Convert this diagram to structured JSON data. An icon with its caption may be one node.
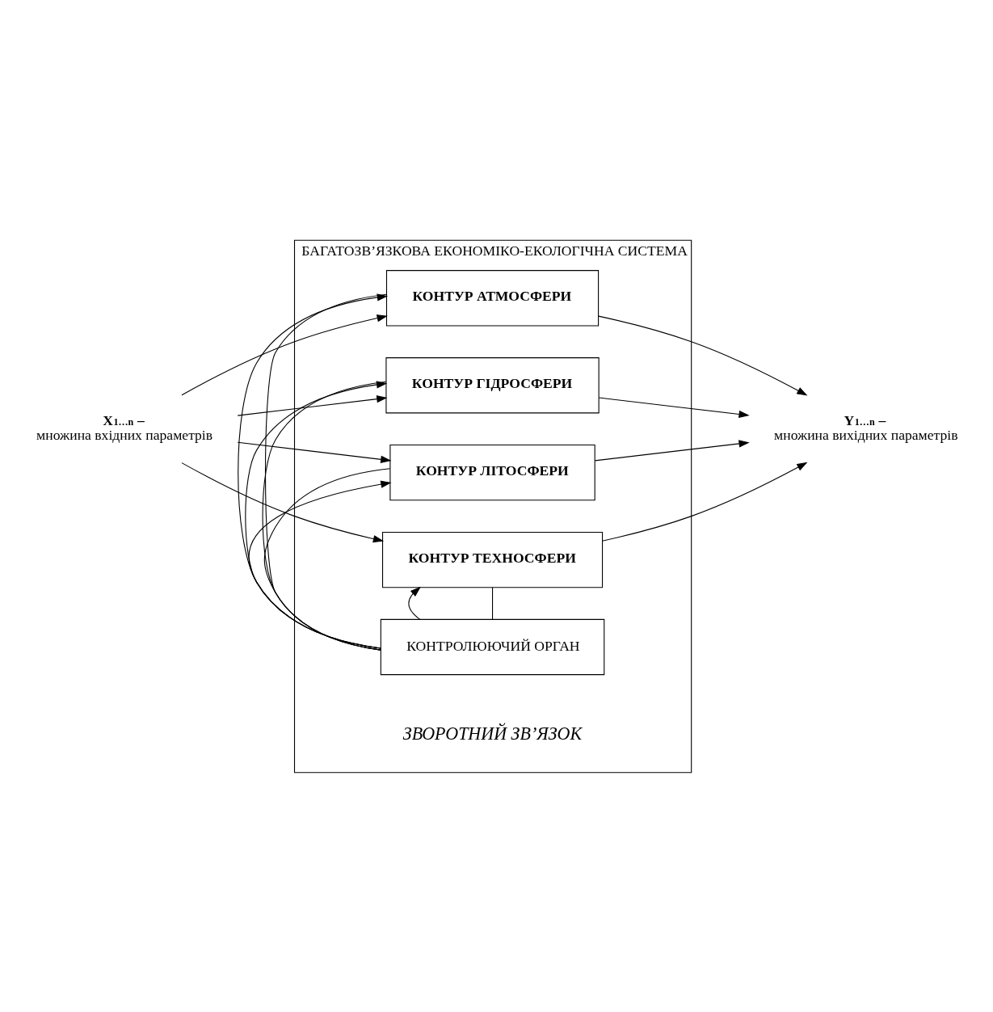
{
  "diagram": {
    "nodes": [
      {
        "text": [
          "БАГАТОЗВ’ЯЗКОВА ЕКОНОМІКО-ЕКОЛОГІЧНА СИСТЕМА"
        ]
      },
      {
        "text": [
          "КОНТУР АТМОСФЕРИ"
        ],
        "in": 0
      },
      {
        "text": [
          "КОНТУР ГІДРОСФЕРИ"
        ],
        "in": 0
      },
      {
        "text": [
          "КОНТУР ЛІТОСФЕРИ"
        ],
        "in": 0
      },
      {
        "text": [
          "КОНТУР ТЕХНОСФЕРИ"
        ],
        "in": 0
      },
      {
        "text": [
          "КОНТРОЛЮЮЧИЙ ОРГАН"
        ],
        "in": 0
      },
      {
        "text": [
          "X$_{1…n}$ –",
          "множина вхідних параметрів"
        ]
      },
      {
        "text": [
          "Y$_{1…n}$ –",
          "множина вихідних параметрів"
        ]
      }
    ],
    "edges": [
      {
        "from": 6,
        "to": 1,
        "arrow": "to"
      },
      {
        "from": 6,
        "to": 2,
        "arrow": "to"
      },
      {
        "from": 6,
        "to": 3,
        "arrow": "to"
      },
      {
        "from": 6,
        "to": 4,
        "arrow": "to"
      },
      {
        "from": 1,
        "to": 7,
        "arrow": "to"
      },
      {
        "from": 2,
        "to": 7,
        "arrow": "to"
      },
      {
        "from": 3,
        "to": 7,
        "arrow": "to"
      },
      {
        "from": 4,
        "to": 7,
        "arrow": "to"
      },
      {
        "from": 1,
        "to": 5,
        "arrow": "none"
      },
      {
        "from": 2,
        "to": 5,
        "arrow": "none"
      },
      {
        "from": 3,
        "to": 5,
        "arrow": "none"
      },
      {
        "from": 4,
        "to": 5,
        "arrow": "none"
      },
      {
        "from": 5,
        "to": 1,
        "arrow": "to"
      },
      {
        "from": 5,
        "to": 2,
        "arrow": "to"
      },
      {
        "from": 5,
        "to": 3,
        "arrow": "to"
      },
      {
        "from": 5,
        "to": 4,
        "arrow": "to"
      }
    ],
    "labels": [
      "ЗВОРОТНИЙ ЗВ’ЯЗОК"
    ]
  }
}
